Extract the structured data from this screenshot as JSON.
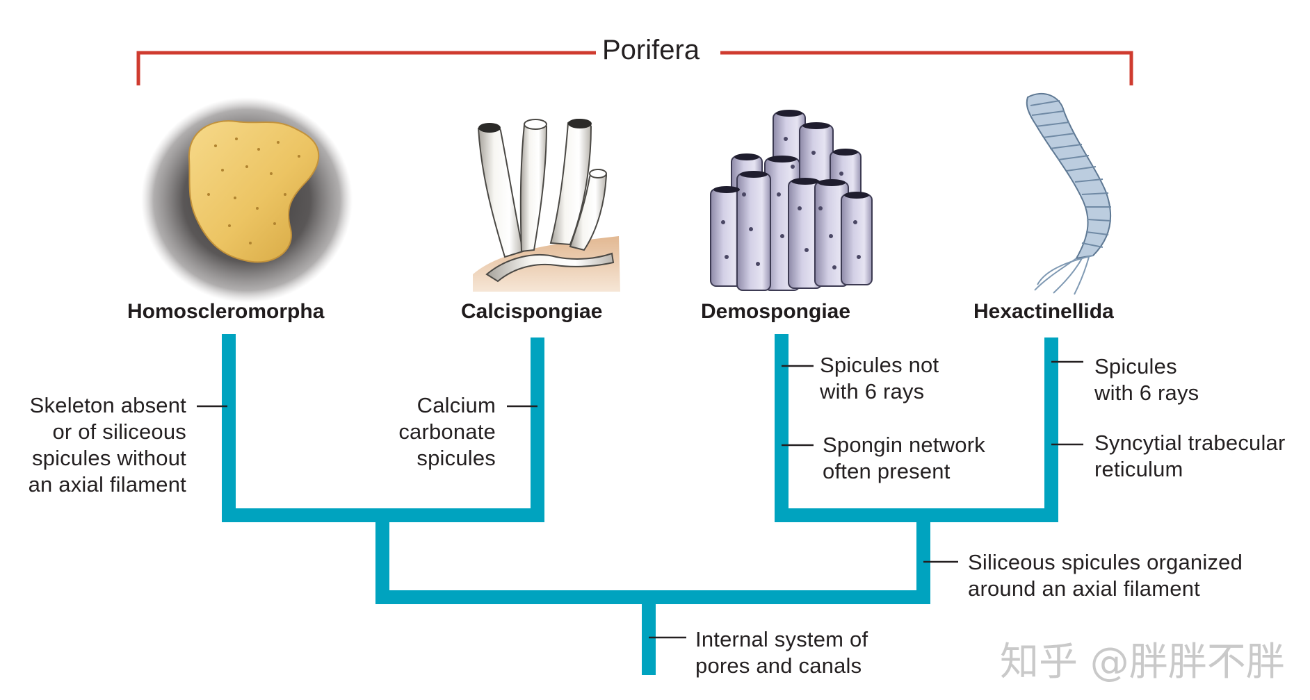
{
  "title": "Porifera",
  "taxa": {
    "homo": "Homoscleromorpha",
    "calci": "Calcispongiae",
    "demo": "Demospongiae",
    "hexa": "Hexactinellida"
  },
  "characters": {
    "homo": [
      "Skeleton absent",
      "or of siliceous",
      "spicules without",
      "an axial filament"
    ],
    "calci": [
      "Calcium",
      "carbonate",
      "spicules"
    ],
    "demo_a": [
      "Spicules not",
      "with 6 rays"
    ],
    "demo_b": [
      "Spongin network",
      "often present"
    ],
    "hexa_a": [
      "Spicules",
      "with 6 rays"
    ],
    "hexa_b": [
      "Syncytial trabecular",
      "reticulum"
    ],
    "siliceous": [
      "Siliceous spicules organized",
      "around an axial filament"
    ],
    "root": [
      "Internal  system of",
      "pores  and canals"
    ]
  },
  "watermark": "知乎 @胖胖不胖",
  "colors": {
    "branch": "#00a3bf",
    "bracket": "#cf3b2f",
    "text": "#231f20",
    "watermark": "#c9c9c9"
  }
}
